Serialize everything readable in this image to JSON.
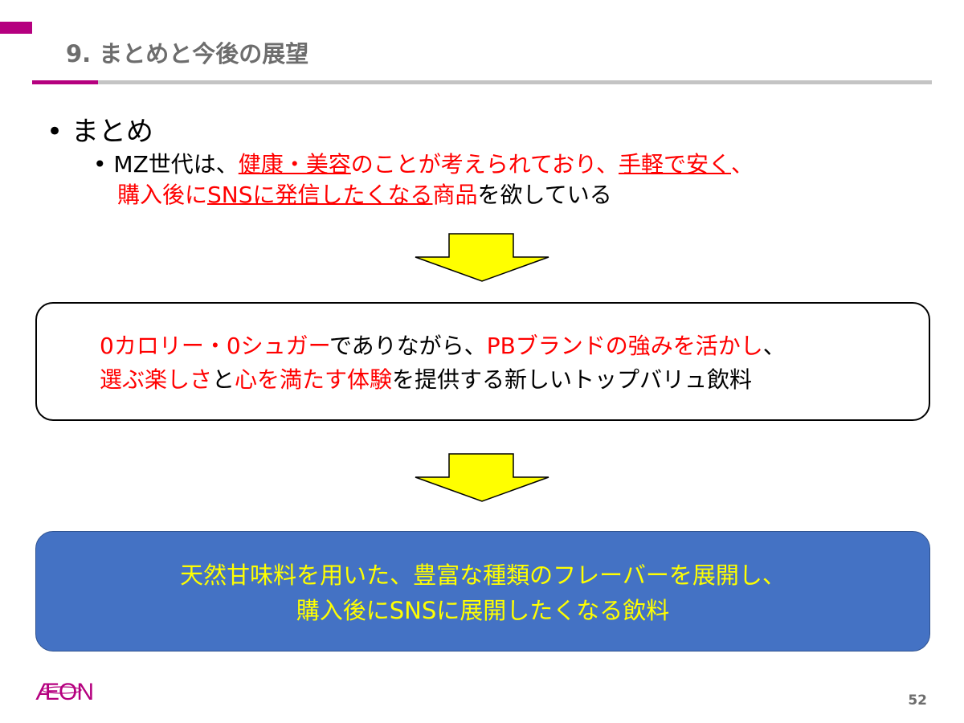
{
  "title": "9. まとめと今後の展望",
  "bullet1": "まとめ",
  "bullet2": {
    "l1": [
      {
        "t": "MZ世代は、",
        "s": ""
      },
      {
        "t": "健康・美容",
        "s": "r u"
      },
      {
        "t": "のことが考えられており、",
        "s": "r"
      },
      {
        "t": "手軽で安く",
        "s": "r u"
      },
      {
        "t": "、",
        "s": "r"
      }
    ],
    "l2": [
      {
        "t": "購入後に",
        "s": "r"
      },
      {
        "t": "SNSに発信したくなる",
        "s": "r u"
      },
      {
        "t": "商品",
        "s": "r"
      },
      {
        "t": "を欲している",
        "s": ""
      }
    ]
  },
  "box1": {
    "l1": [
      {
        "t": "0カロリー・0シュガー",
        "s": "r"
      },
      {
        "t": "でありながら、",
        "s": ""
      },
      {
        "t": "PBブランドの強みを活かし",
        "s": "r"
      },
      {
        "t": "、",
        "s": ""
      }
    ],
    "l2": [
      {
        "t": "選ぶ楽しさ",
        "s": "r"
      },
      {
        "t": "と",
        "s": ""
      },
      {
        "t": "心を満たす体験",
        "s": "r"
      },
      {
        "t": "を提供する新しいトップバリュ飲料",
        "s": ""
      }
    ]
  },
  "box2": {
    "l1": "天然甘味料を用いた、豊富な種類のフレーバーを展開し、",
    "l2": "購入後にSNSに展開したくなる飲料"
  },
  "logo": "AEON",
  "page_number": "52",
  "colors": {
    "brand": "#b5007f",
    "accent_red": "#ff0000",
    "box_blue": "#4472c4",
    "arrow_yellow": "#ffff00"
  }
}
